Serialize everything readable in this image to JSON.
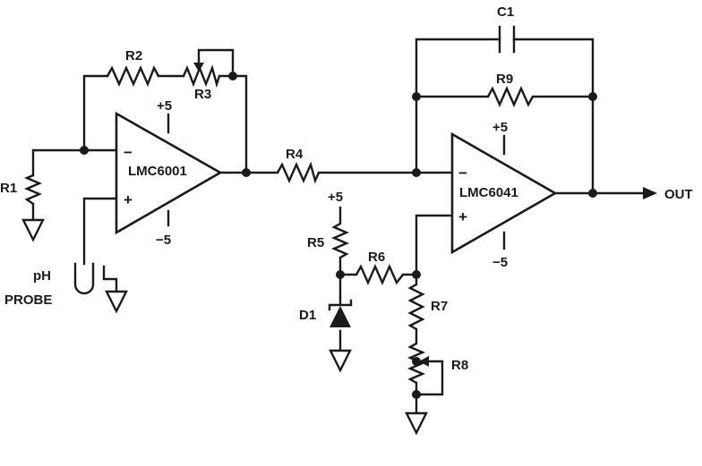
{
  "components": {
    "R1": "R1",
    "R2": "R2",
    "R3": "R3",
    "R4": "R4",
    "R5": "R5",
    "R6": "R6",
    "R7": "R7",
    "R8": "R8",
    "R9": "R9",
    "C1": "C1",
    "D1": "D1"
  },
  "opamp1": {
    "name": "LMC6001",
    "supply_pos": "+5",
    "supply_neg": "−5",
    "inv": "−",
    "noninv": "+"
  },
  "opamp2": {
    "name": "LMC6041",
    "supply_pos": "+5",
    "supply_neg": "−5",
    "inv": "−",
    "noninv": "+"
  },
  "ref_supply": "+5",
  "probe": {
    "line1": "pH",
    "line2": "PROBE"
  },
  "output_label": "OUT"
}
